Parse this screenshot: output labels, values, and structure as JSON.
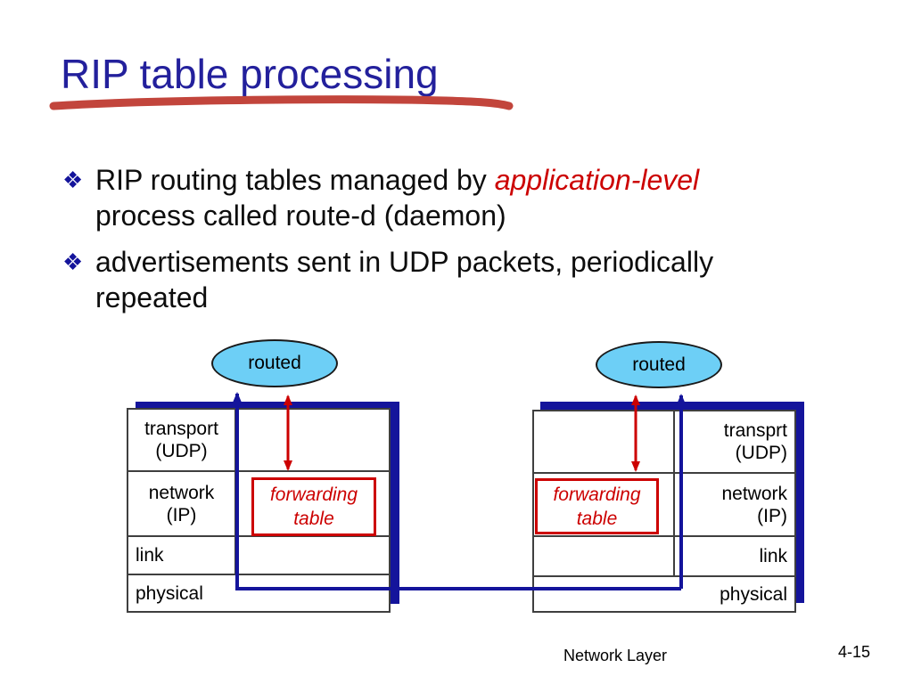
{
  "colors": {
    "navy": "#14149B",
    "titleNavy": "#23209C",
    "red": "#CC0000",
    "underlineRed": "#C2453C",
    "ellipseFill": "#6DCFF6",
    "border": "#3F3F3F",
    "text": "#0D0D0D"
  },
  "slide": {
    "title": "RIP table processing"
  },
  "bullets": [
    {
      "marker": "❖",
      "line1": "RIP routing tables managed by ",
      "line1_red": "application-level",
      "line2": "process called route-d (daemon)"
    },
    {
      "marker": "❖",
      "line1": "advertisements sent in UDP packets, periodically",
      "line2": "repeated"
    }
  ],
  "diagram": {
    "left_stack": {
      "process": "routed",
      "forwarding": {
        "lines": [
          "forwarding",
          "table"
        ]
      },
      "rows": [
        {
          "lines": [
            "transport",
            "(UDP)"
          ]
        },
        {
          "lines": [
            "network",
            "(IP)"
          ]
        },
        {
          "lines": [
            "link"
          ]
        },
        {
          "lines": [
            "physical"
          ]
        }
      ]
    },
    "right_stack": {
      "process": "routed",
      "forwarding": {
        "lines": [
          "forwarding",
          "table"
        ]
      },
      "rows": [
        {
          "lines": [
            "transprt",
            "(UDP)"
          ]
        },
        {
          "lines": [
            "network",
            "(IP)"
          ]
        },
        {
          "lines": [
            "link"
          ]
        },
        {
          "lines": [
            "physical"
          ]
        }
      ]
    }
  },
  "footer": {
    "section": "Network Layer",
    "page": "4-15"
  }
}
